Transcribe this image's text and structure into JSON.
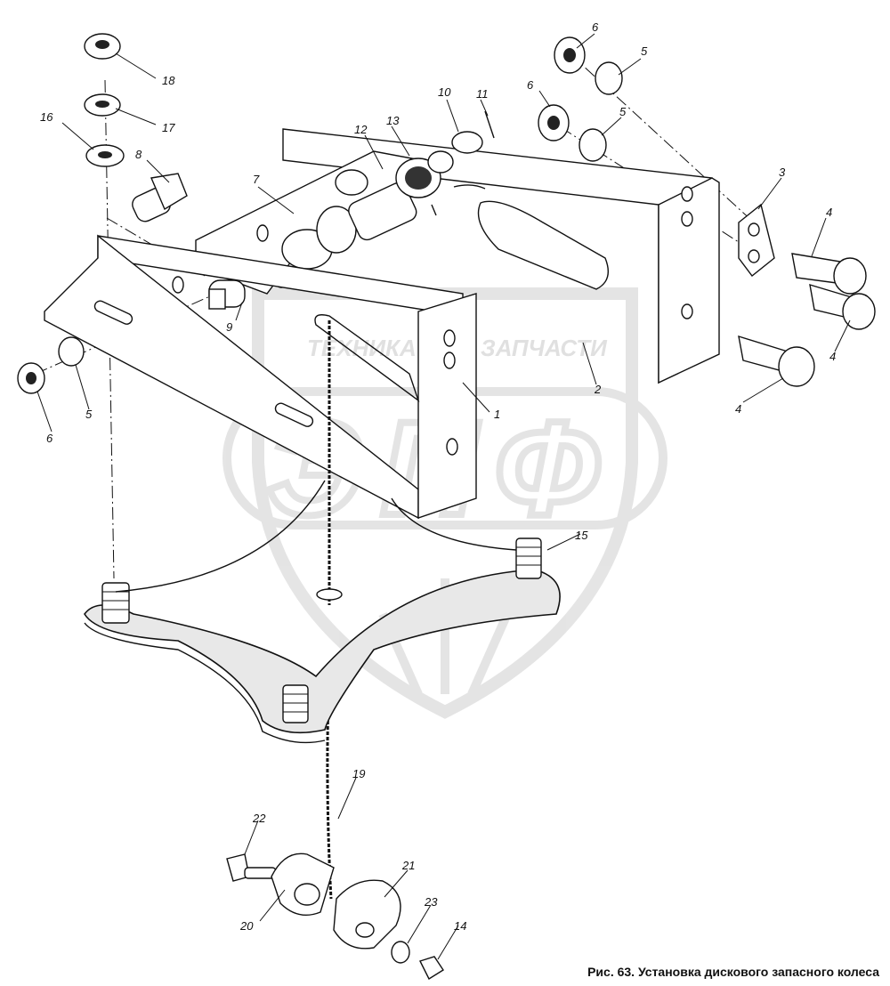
{
  "caption": "Рис. 63. Установка дискового запасного колеса",
  "watermark": {
    "top_left": "ТЕХНИКА",
    "top_right": "ЗАПЧАСТИ",
    "big_letters": "ЭПФ"
  },
  "callouts": [
    "1",
    "2",
    "3",
    "4",
    "4",
    "4",
    "5",
    "5",
    "5",
    "6",
    "6",
    "6",
    "7",
    "8",
    "9",
    "10",
    "11",
    "12",
    "13",
    "14",
    "15",
    "16",
    "17",
    "18",
    "19",
    "20",
    "21",
    "22",
    "23"
  ]
}
